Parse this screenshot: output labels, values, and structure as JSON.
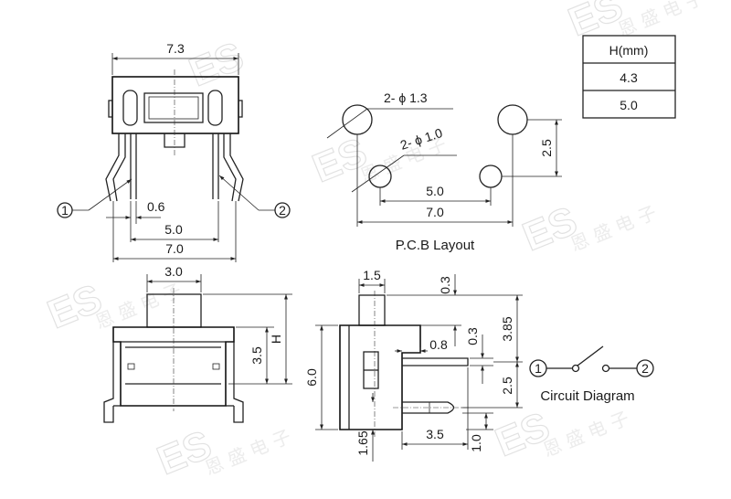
{
  "front_view": {
    "width_label": "7.3",
    "lead_width_label": "0.6",
    "inner_pitch_label": "5.0",
    "outer_pitch_label": "7.0",
    "terminal_1": "1",
    "terminal_2": "2"
  },
  "pcb_layout": {
    "large_hole_label": "2- ϕ 1.3",
    "small_hole_label": "2- ϕ 1.0",
    "inner_pitch_label": "5.0",
    "outer_pitch_label": "7.0",
    "row_spacing_label": "2.5",
    "caption": "P.C.B Layout"
  },
  "height_table": {
    "header": "H(mm)",
    "rows": [
      "4.3",
      "5.0"
    ]
  },
  "side_view": {
    "actuator_width_label": "3.0",
    "body_height_label": "3.5",
    "total_height_label": "H"
  },
  "profile_view": {
    "actuator_label": "1.5",
    "gap_top_label": "0.3",
    "step_label": "0.8",
    "gap_mid_label": "0.3",
    "height_label": "3.85",
    "body_height_label": "6.0",
    "pin_offset_label": "2.5",
    "standoff_label": "1.65",
    "pin_length_label": "3.5",
    "pin_gap_label": "1.0"
  },
  "circuit": {
    "terminal_1": "1",
    "terminal_2": "2",
    "caption": "Circuit Diagram"
  },
  "watermark": {
    "mark": "ES",
    "text": "恩 盛 电 子"
  }
}
